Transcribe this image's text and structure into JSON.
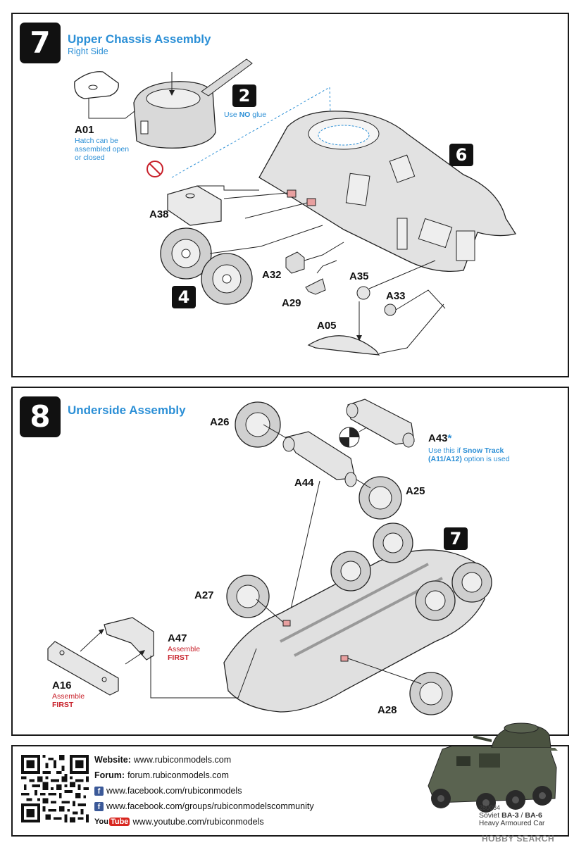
{
  "step7": {
    "number": "7",
    "title": "Upper Chassis Assembly",
    "subtitle": "Right Side",
    "refs": {
      "glue_step": "2",
      "body_step": "6",
      "wheels_step": "4"
    },
    "glue_note": {
      "prefix": "Use ",
      "bold": "NO",
      "suffix": " glue"
    },
    "a01_note": "Hatch can be assembled open or closed",
    "parts": {
      "a01": "A01",
      "a38": "A38",
      "a32": "A32",
      "a29": "A29",
      "a35": "A35",
      "a33": "A33",
      "a05": "A05"
    }
  },
  "step8": {
    "number": "8",
    "title": "Underside Assembly",
    "ref_step": "7",
    "parts": {
      "a26": "A26",
      "a43": "A43",
      "a43_mark": "*",
      "a44": "A44",
      "a25": "A25",
      "a27": "A27",
      "a47": "A47",
      "a16": "A16",
      "a28": "A28"
    },
    "a43_note": {
      "line1": "Use this if ",
      "bold1": "Snow Track",
      "line2_bold": "(A11/A12)",
      "line2": " option is used"
    },
    "assemble_note": {
      "assemble": "Assemble",
      "first": "FIRST"
    }
  },
  "footer": {
    "website_label": "Website:",
    "website": "www.rubiconmodels.com",
    "forum_label": "Forum:",
    "forum": "forum.rubiconmodels.com",
    "facebook": "www.facebook.com/rubiconmodels",
    "facebook_group": "www.facebook.com/groups/rubiconmodelscommunity",
    "youtube_you": "You",
    "youtube_tube": "Tube",
    "youtube": "www.youtube.com/rubiconmodels",
    "product_code": "280084",
    "product_prefix": "Soviet ",
    "product_model_a": "BA-3",
    "product_sep": " / ",
    "product_model_b": "BA-6",
    "product_desc": "Heavy Armoured Car",
    "watermark": "HOBBY SEARCH"
  },
  "colors": {
    "accent_blue": "#2b8fd6",
    "warning_red": "#c8202a",
    "badge_black": "#111111"
  }
}
